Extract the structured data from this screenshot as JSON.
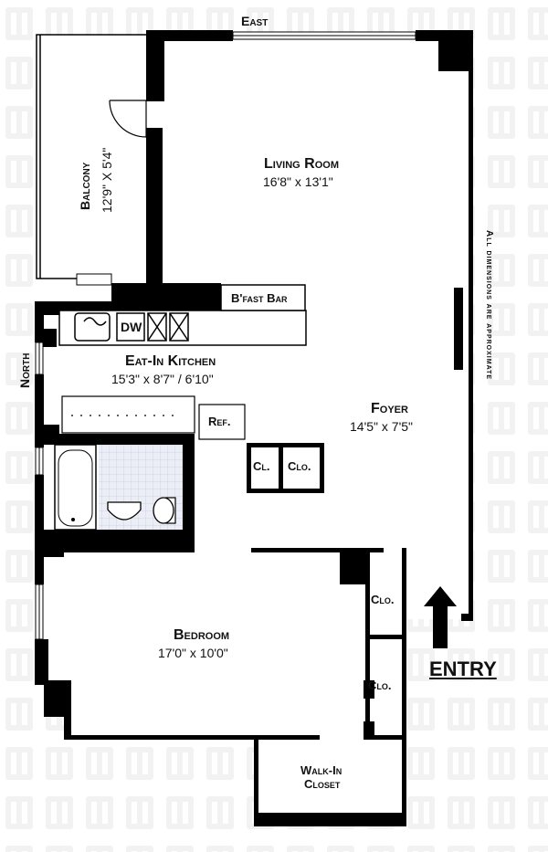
{
  "compass": {
    "east": "East",
    "north": "North"
  },
  "rooms": {
    "living_room": {
      "name": "Living Room",
      "dims": "16'8\"  x  13'1\""
    },
    "balcony": {
      "name": "Balcony",
      "dims": "12'9\"  X  5'4\""
    },
    "bfast_bar": {
      "name": "B'fast Bar"
    },
    "kitchen": {
      "name": "Eat-In  Kitchen",
      "dims": "15'3\"  x  8'7\"  /  6'10\""
    },
    "foyer": {
      "name": "Foyer",
      "dims": "14'5\"  x  7'5\""
    },
    "bedroom": {
      "name": "Bedroom",
      "dims": "17'0\"  x  10'0\""
    },
    "walk_in_closet": {
      "name_line1": "Walk-In",
      "name_line2": "Closet"
    }
  },
  "fixtures": {
    "dishwasher": "DW",
    "refrigerator": "Ref."
  },
  "closets": {
    "cl": "Cl.",
    "clo": "Clo."
  },
  "entry": "ENTRY",
  "note": "All  dimensions  are  approximate",
  "colors": {
    "wall": "#000000",
    "floor": "#ffffff",
    "tile": "#e7e9f3",
    "watermark": "#eeeeee"
  }
}
